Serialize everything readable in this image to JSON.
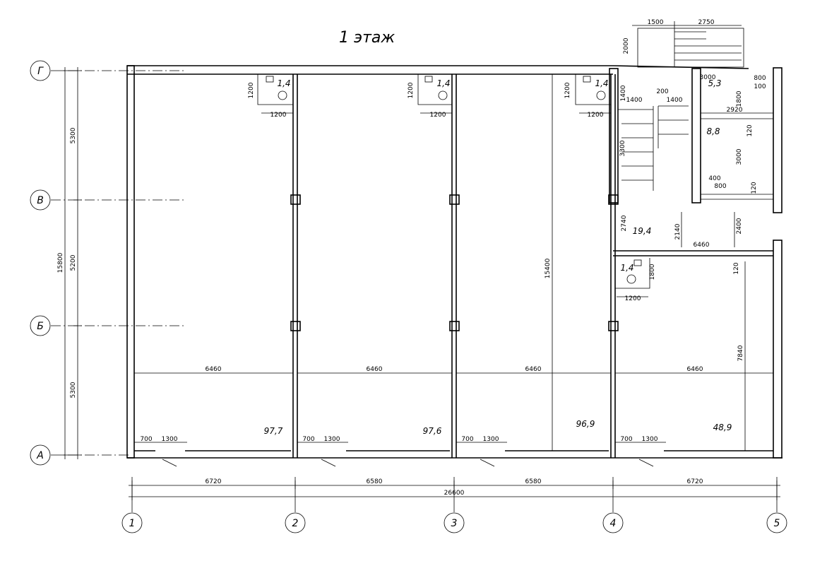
{
  "title": "1 этаж",
  "axes": {
    "rows": [
      "Г",
      "В",
      "Б",
      "А"
    ],
    "cols": [
      "1",
      "2",
      "3",
      "4",
      "5"
    ]
  },
  "areas": [
    "97,7",
    "97,6",
    "96,9",
    "48,9",
    "19,4",
    "8,8",
    "5,3",
    "1,4",
    "1,4",
    "1,4",
    "1,4"
  ],
  "dims": {
    "bottom_spans": [
      "6720",
      "6580",
      "6580",
      "6720"
    ],
    "total_width": "26600",
    "left_spans": [
      "5300",
      "5200",
      "5300"
    ],
    "total_height": "15800",
    "room_width": "6460",
    "window_a": "700",
    "window_b": "1300",
    "wc_w": "1200",
    "wc_h": "1200",
    "height_15400": "15400",
    "height_7840": "7840",
    "stair_1500": "1500",
    "stair_2750": "2750",
    "stair_2000": "2000",
    "d_3000": "3000",
    "d_800": "800",
    "d_100": "100",
    "d_1400": "1400",
    "d_200": "200",
    "d_1800": "1800",
    "d_2920": "2920",
    "d_120": "120",
    "d_3300": "3300",
    "d_400": "400",
    "d_2740": "2740",
    "d_2140": "2140",
    "d_2400": "2400",
    "d_6460b": "6460"
  }
}
